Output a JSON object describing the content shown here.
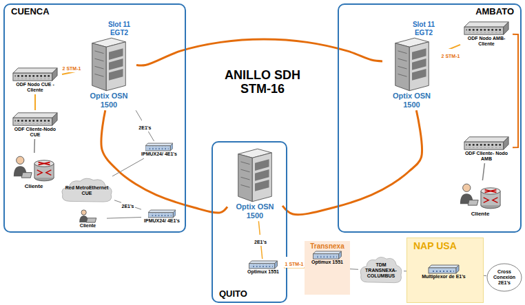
{
  "diagram": {
    "nodes": [
      {
        "text": [
          "CUENCA"
        ]
      },
      {
        "text": [
          "Slot 11 EGT2",
          "Optix OSN 1500"
        ],
        "in": 0
      },
      {
        "text": [
          "ODF Nodo CUE - Cliente"
        ],
        "in": 0
      },
      {
        "text": [
          "ODF Cliente-Nodo CUE"
        ],
        "in": 0
      },
      {
        "text": [
          "Cliente"
        ],
        "in": 0
      },
      {
        "text": [
          "IPMUX24/ 4E1's"
        ],
        "in": 0
      },
      {
        "text": [
          "Red MetroEthernet CUE"
        ],
        "in": 0
      },
      {
        "text": [
          "IPMUX24/ 4E1's"
        ],
        "in": 0
      },
      {
        "text": [
          "Cliente"
        ],
        "in": 0
      },
      {
        "text": [
          "AMBATO"
        ]
      },
      {
        "text": [
          "Slot 11 EGT2",
          "Optix OSN 1500"
        ],
        "in": 9
      },
      {
        "text": [
          "ODF Nodo AMB- Cliente"
        ],
        "in": 9
      },
      {
        "text": [
          "ODF Cliente- Nodo AMB"
        ],
        "in": 9
      },
      {
        "text": [
          "Cliente"
        ],
        "in": 9
      },
      {
        "text": [
          "QUITO"
        ]
      },
      {
        "text": [
          "Optix OSN 1500"
        ],
        "in": 14
      },
      {
        "text": [
          "Optimux 1551"
        ],
        "in": 14
      },
      {
        "text": [
          "Transnexa",
          "Optimux 1551"
        ]
      },
      {
        "text": [
          "TDM TRANSNEXA- COLUMBUS"
        ]
      },
      {
        "text": [
          "NAP USA"
        ]
      },
      {
        "text": [
          "Multiplexor de E1's"
        ],
        "in": 19
      },
      {
        "text": [
          "Cross Conexión 2E1's"
        ]
      }
    ],
    "edges": [
      {
        "from": 1,
        "to": 10,
        "arrow": "none"
      },
      {
        "from": 1,
        "to": 15,
        "arrow": "none"
      },
      {
        "from": 15,
        "to": 10,
        "arrow": "none"
      },
      {
        "from": 2,
        "to": 1,
        "label": "2 STM-1",
        "arrow": "none"
      },
      {
        "from": 2,
        "to": 3,
        "arrow": "none"
      },
      {
        "from": 3,
        "to": 4,
        "arrow": "none"
      },
      {
        "from": 1,
        "to": 5,
        "label": "2E1's",
        "arrow": "none"
      },
      {
        "from": 5,
        "to": 6,
        "arrow": "none"
      },
      {
        "from": 6,
        "to": 7,
        "label": "2E1's",
        "arrow": "none"
      },
      {
        "from": 7,
        "to": 8,
        "arrow": "none"
      },
      {
        "from": 10,
        "to": 11,
        "label": "2 STM-1",
        "arrow": "none"
      },
      {
        "from": 11,
        "to": 12,
        "arrow": "none"
      },
      {
        "from": 12,
        "to": 13,
        "arrow": "none"
      },
      {
        "from": 15,
        "to": 16,
        "label": "2E1's",
        "arrow": "none"
      },
      {
        "from": 16,
        "to": 17,
        "label": "1 STM-1",
        "arrow": "none"
      },
      {
        "from": 17,
        "to": 18,
        "arrow": "none"
      },
      {
        "from": 18,
        "to": 20,
        "arrow": "none"
      },
      {
        "from": 20,
        "to": 21,
        "arrow": "none"
      }
    ],
    "labels": [
      "ANILLO SDH STM-16"
    ]
  }
}
